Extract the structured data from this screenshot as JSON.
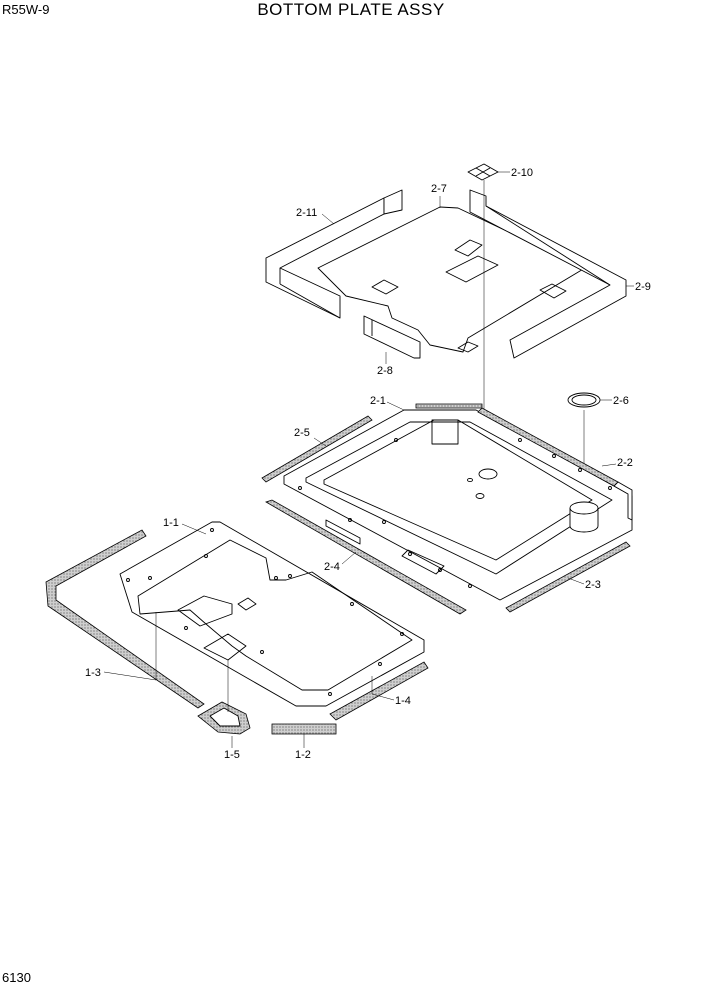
{
  "header": {
    "model": "R55W-9",
    "title": "BOTTOM PLATE ASSY"
  },
  "footer": {
    "page_number": "6130"
  },
  "parts": [
    {
      "id": "p-2-10",
      "label": "2-10"
    },
    {
      "id": "p-2-7",
      "label": "2-7"
    },
    {
      "id": "p-2-11",
      "label": "2-11"
    },
    {
      "id": "p-2-9",
      "label": "2-9"
    },
    {
      "id": "p-2-8",
      "label": "2-8"
    },
    {
      "id": "p-2-1",
      "label": "2-1"
    },
    {
      "id": "p-2-6",
      "label": "2-6"
    },
    {
      "id": "p-2-5",
      "label": "2-5"
    },
    {
      "id": "p-2-2",
      "label": "2-2"
    },
    {
      "id": "p-1-1",
      "label": "1-1"
    },
    {
      "id": "p-2-4",
      "label": "2-4"
    },
    {
      "id": "p-2-3",
      "label": "2-3"
    },
    {
      "id": "p-1-3",
      "label": "1-3"
    },
    {
      "id": "p-1-4",
      "label": "1-4"
    },
    {
      "id": "p-1-5",
      "label": "1-5"
    },
    {
      "id": "p-1-2",
      "label": "1-2"
    }
  ]
}
